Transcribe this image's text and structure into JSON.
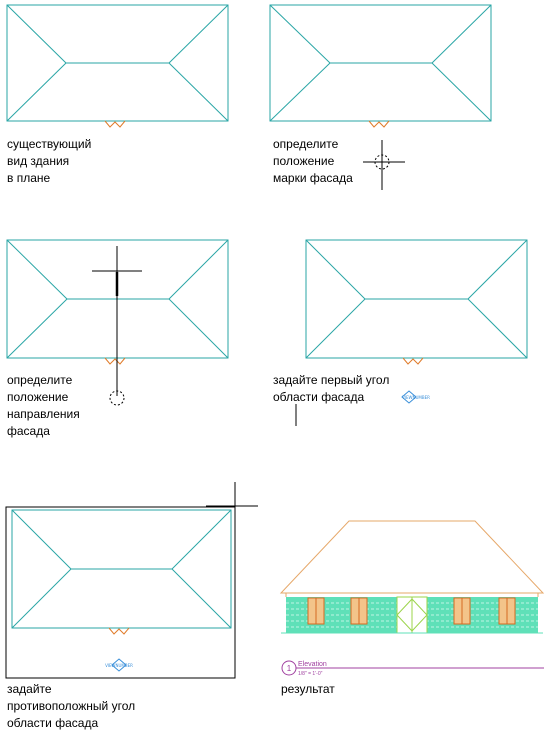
{
  "colors": {
    "roof": "#2aa6a6",
    "door_mark": "#e07b2a",
    "marker": "#3a8fd9",
    "cursor": "#000000",
    "facade_roof": "#e6a86a",
    "facade_wall": "#5fe0b8",
    "facade_window": "#f3c48a",
    "facade_door": "#9bd44a",
    "title_line": "#a040a0"
  },
  "panels": {
    "p1": {
      "caption": [
        "существующий",
        "вид здания",
        "в плане"
      ]
    },
    "p2": {
      "caption": [
        "определите",
        "положение",
        "марки фасада"
      ]
    },
    "p3": {
      "caption": [
        "определите",
        "положение",
        "направления",
        "фасада"
      ]
    },
    "p4": {
      "caption": [
        "задайте первый угол",
        "области фасада"
      ],
      "marker_label": "VIEWNUMBER"
    },
    "p5": {
      "caption": [
        "задайте",
        "противоположный угол",
        "области фасада"
      ],
      "marker_label": "VIEWNUMBER"
    },
    "p6": {
      "caption": [
        "результат"
      ],
      "title_number": "1",
      "title_name": "Elevation",
      "title_scale": "1/8\" = 1'-0\""
    }
  }
}
